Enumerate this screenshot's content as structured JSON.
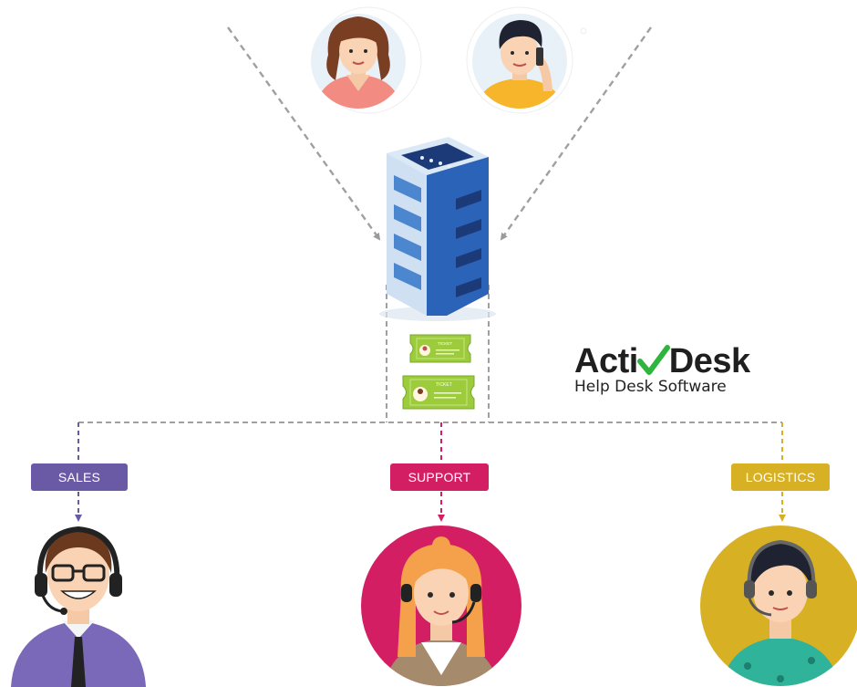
{
  "brand": {
    "name_part1": "Acti",
    "name_part2": "Desk",
    "tagline": "Help Desk Software",
    "check_color": "#2fb53e"
  },
  "departments": [
    {
      "label": "SALES",
      "color": "#6a5aa6"
    },
    {
      "label": "SUPPORT",
      "color": "#d41e63"
    },
    {
      "label": "LOGISTICS",
      "color": "#d8b024"
    }
  ],
  "ticket_label": "TICKET",
  "icons": {
    "customers": [
      "woman-customer-avatar",
      "man-on-phone-customer-avatar"
    ],
    "server": "server-rack-icon",
    "tickets": [
      "ticket-icon",
      "ticket-icon"
    ],
    "agents": [
      "sales-agent-avatar",
      "support-agent-avatar",
      "logistics-agent-avatar"
    ]
  }
}
